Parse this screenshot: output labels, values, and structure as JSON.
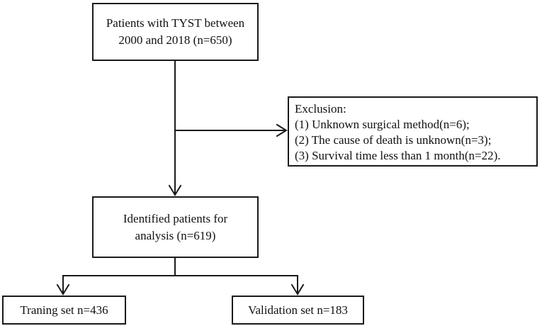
{
  "boxes": {
    "start": {
      "lines": [
        "Patients with TYST between",
        "2000 and 2018 (n=650)"
      ]
    },
    "exclusion": {
      "title": "Exclusion:",
      "items": [
        "(1) Unknown surgical method(n=6);",
        "(2) The cause of death is unknown(n=3);",
        "(3) Survival time less than 1 month(n=22)."
      ]
    },
    "identified": {
      "lines": [
        "Identified patients for",
        "analysis (n=619)"
      ]
    },
    "training": {
      "label": "Traning set n=436"
    },
    "validation": {
      "label": "Validation set n=183"
    }
  },
  "colors": {
    "stroke": "#1a1a1a",
    "text": "#111111",
    "background": "#ffffff"
  }
}
